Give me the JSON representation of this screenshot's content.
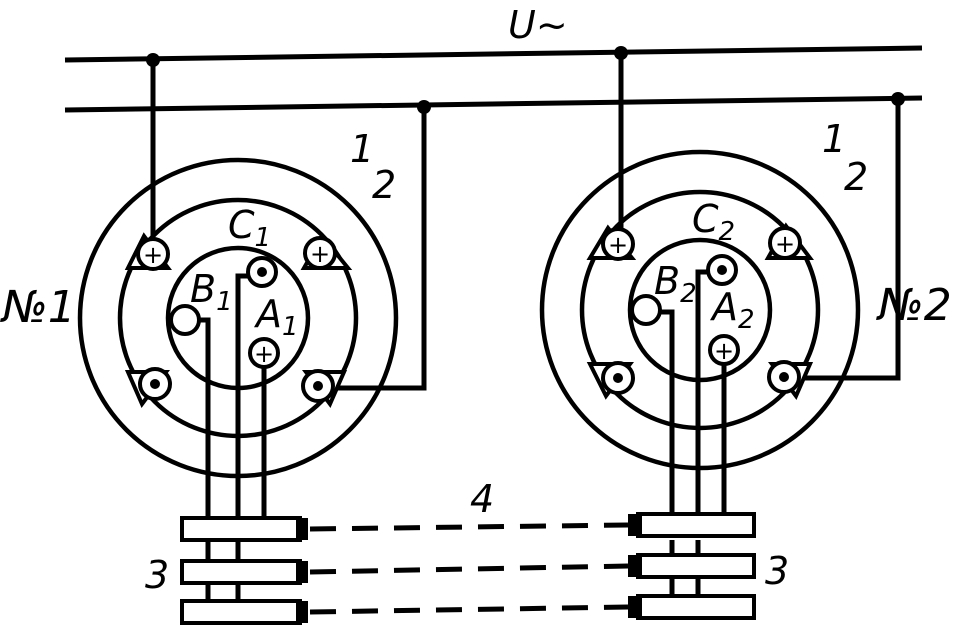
{
  "supply": {
    "label": "U~"
  },
  "machines": [
    {
      "id": "no1",
      "label": "№1",
      "winding_top": "1",
      "winding_bottom": "2",
      "terminals": {
        "c": "C",
        "b": "B",
        "a": "A",
        "index": "1"
      },
      "brush_label": "3"
    },
    {
      "id": "no2",
      "label": "№2",
      "winding_top": "1",
      "winding_bottom": "2",
      "terminals": {
        "c": "C",
        "b": "B",
        "a": "A",
        "index": "2"
      },
      "brush_label": "3"
    }
  ],
  "link_label": "4",
  "terminal_symbols": {
    "plus": "+",
    "dot": "•"
  },
  "colors": {
    "ink": "#000000",
    "paper": "#ffffff"
  }
}
